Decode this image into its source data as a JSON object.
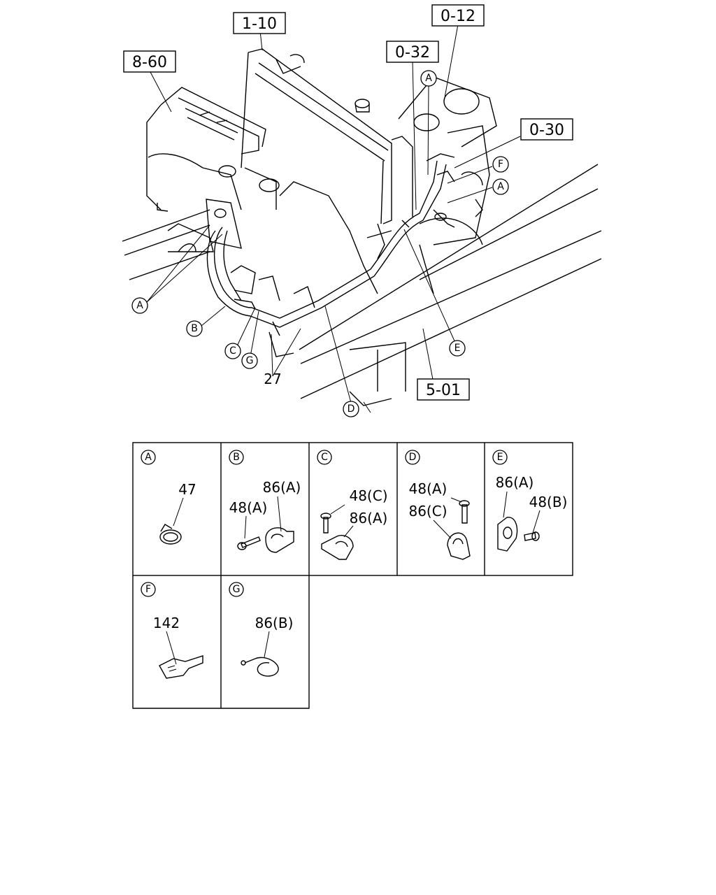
{
  "main_diagram": {
    "ref_boxes": {
      "r1": "1-10",
      "r2": "0-12",
      "r3": "8-60",
      "r4": "0-32",
      "r5": "0-30",
      "r6": "5-01"
    },
    "callouts": {
      "c1": "A",
      "c2": "A",
      "c3": "A",
      "c4": "B",
      "c5": "C",
      "c6": "G",
      "c7": "D",
      "c8": "E",
      "c9": "F"
    },
    "part_number": "27"
  },
  "detail_grid": {
    "cells": [
      {
        "letter": "A",
        "labels": [
          "47"
        ]
      },
      {
        "letter": "B",
        "labels": [
          "86(A)",
          "48(A)"
        ]
      },
      {
        "letter": "C",
        "labels": [
          "48(C)",
          "86(A)"
        ]
      },
      {
        "letter": "D",
        "labels": [
          "48(A)",
          "86(C)"
        ]
      },
      {
        "letter": "E",
        "labels": [
          "86(A)",
          "48(B)"
        ]
      },
      {
        "letter": "F",
        "labels": [
          "142"
        ]
      },
      {
        "letter": "G",
        "labels": [
          "86(B)"
        ]
      }
    ]
  }
}
